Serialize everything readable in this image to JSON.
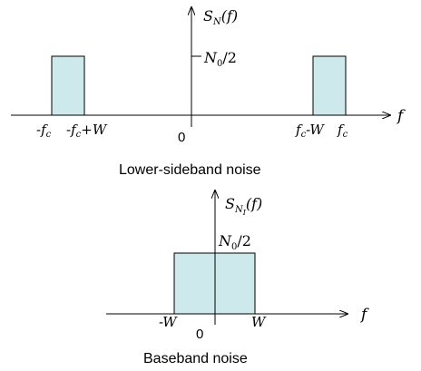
{
  "colors": {
    "fill": "#cde9ec",
    "stroke": "#000000"
  },
  "top_plot": {
    "ylabel_base": "S",
    "ylabel_sub": "N",
    "ylabel_arg": "(f)",
    "level_label_base": "N",
    "level_label_sub": "0",
    "level_label_rest": "/2",
    "xlabel": "f",
    "origin": "0",
    "tick_left_outer_base": "-f",
    "tick_left_outer_sub": "c",
    "tick_left_inner_base": "-f",
    "tick_left_inner_sub": "c",
    "tick_left_inner_rest": "+W",
    "tick_right_inner_base": "f",
    "tick_right_inner_sub": "c",
    "tick_right_inner_rest": "-W",
    "tick_right_outer_base": "f",
    "tick_right_outer_sub": "c",
    "caption": "Lower-sideband noise"
  },
  "bottom_plot": {
    "ylabel_base": "S",
    "ylabel_sub": "N",
    "ylabel_subsub": "I",
    "ylabel_arg": "(f)",
    "level_label_base": "N",
    "level_label_sub": "0",
    "level_label_rest": "/2",
    "xlabel": "f",
    "origin": "0",
    "tick_left": "-W",
    "tick_right": "W",
    "caption": "Baseband noise"
  }
}
